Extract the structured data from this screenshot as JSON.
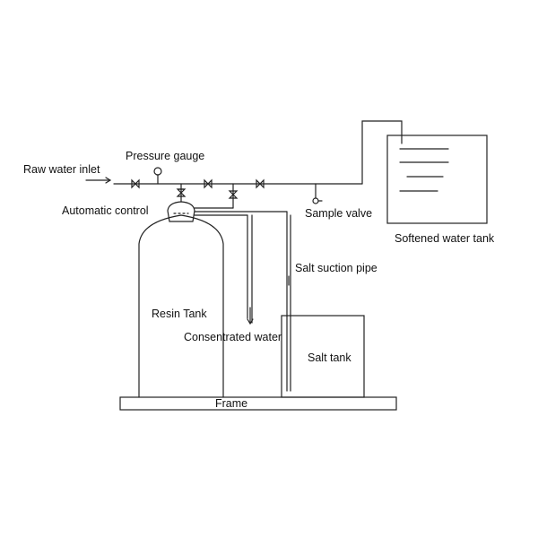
{
  "labels": {
    "raw_water_inlet": "Raw water inlet",
    "pressure_gauge": "Pressure gauge",
    "automatic_control": "Automatic control",
    "sample_valve": "Sample valve",
    "softened_water_tank": "Softened water tank",
    "salt_suction_pipe": "Salt suction pipe",
    "resin_tank": "Resin Tank",
    "consentrated_water": "Consentrated water",
    "salt_tank": "Salt tank",
    "frame": "Frame"
  }
}
